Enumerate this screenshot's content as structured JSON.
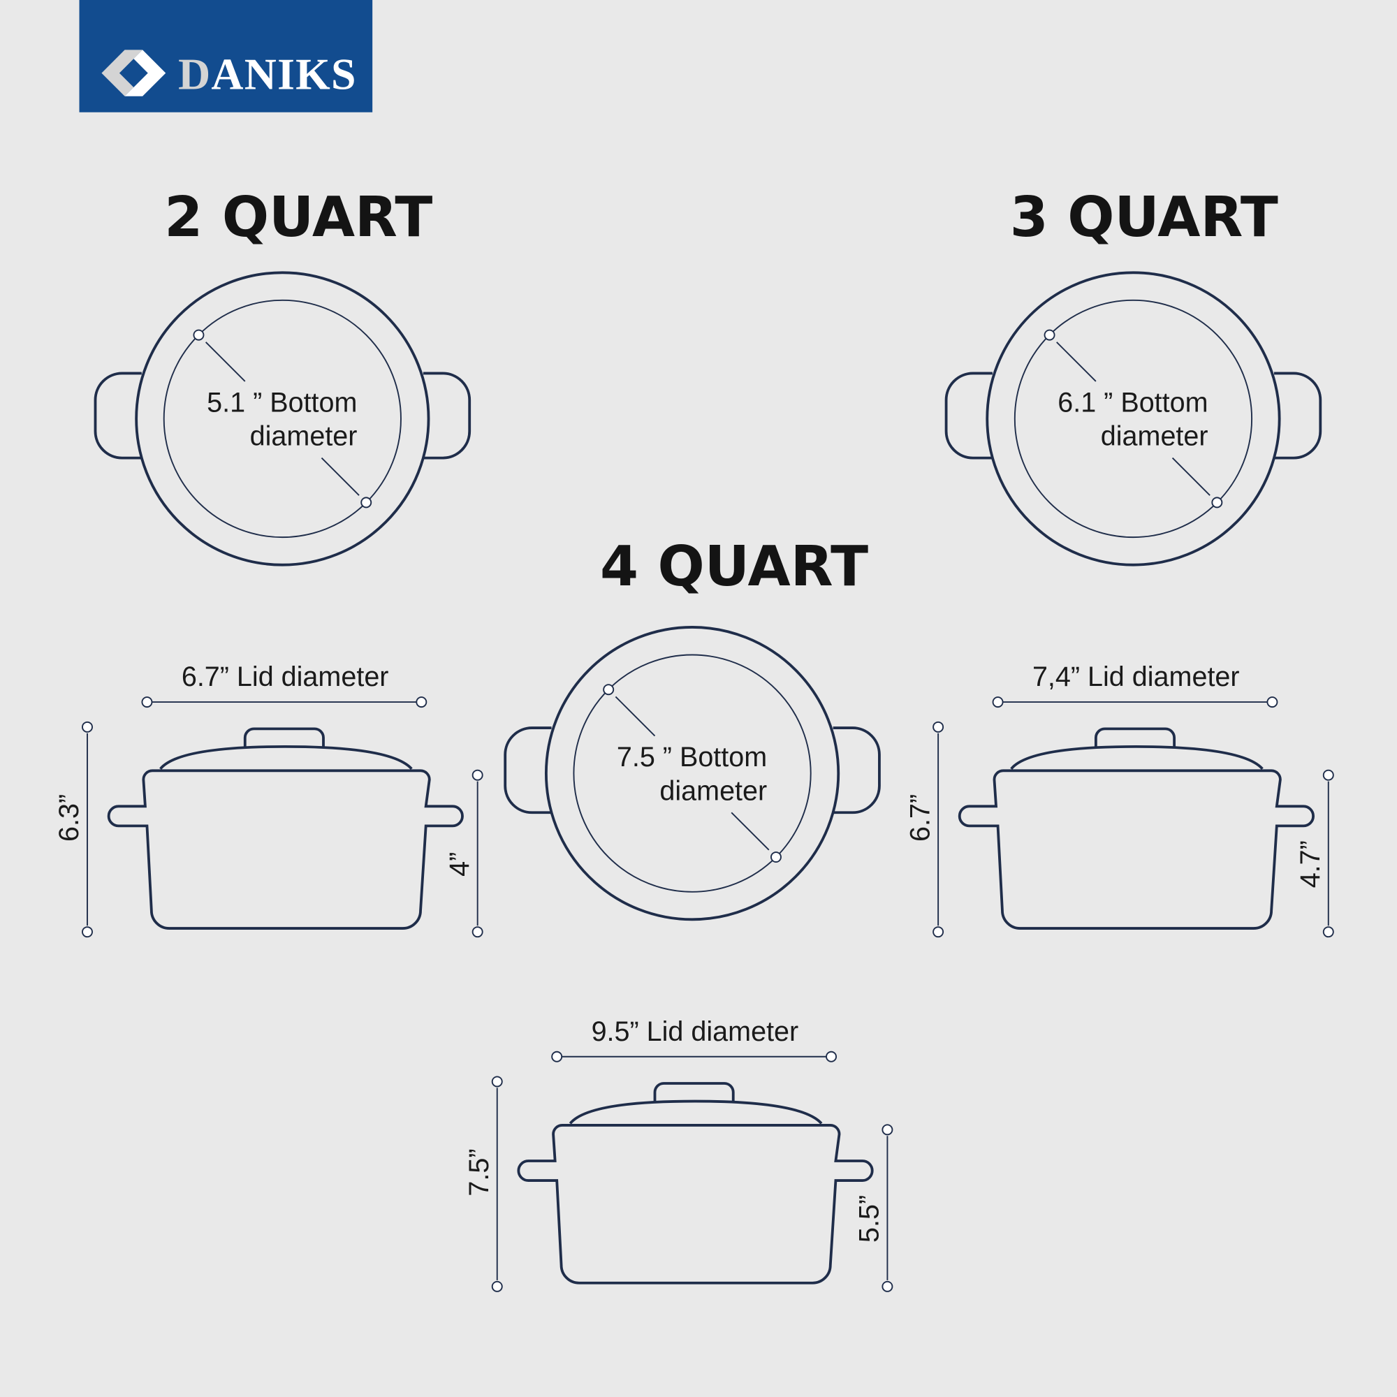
{
  "brand": {
    "name": "DANIKS",
    "logo_bg": "#124c8f",
    "logo_gray": "#d4d4d4",
    "logo_white": "#ffffff"
  },
  "colors": {
    "background": "#e9e9e9",
    "stroke": "#1f2d4a"
  },
  "sizes": [
    {
      "title": "2 QUART",
      "bottom_value": "5.1 ” Bottom",
      "bottom_label": "diameter",
      "lid_label": "6.7” Lid diameter",
      "height_total": "6.3”",
      "height_body": "4”"
    },
    {
      "title": "3 QUART",
      "bottom_value": "6.1 ” Bottom",
      "bottom_label": "diameter",
      "lid_label": "7,4” Lid diameter",
      "height_total": "6.7”",
      "height_body": "4.7”"
    },
    {
      "title": "4 QUART",
      "bottom_value": "7.5 ” Bottom",
      "bottom_label": "diameter",
      "lid_label": "9.5” Lid diameter",
      "height_total": "7.5”",
      "height_body": "5.5”"
    }
  ]
}
